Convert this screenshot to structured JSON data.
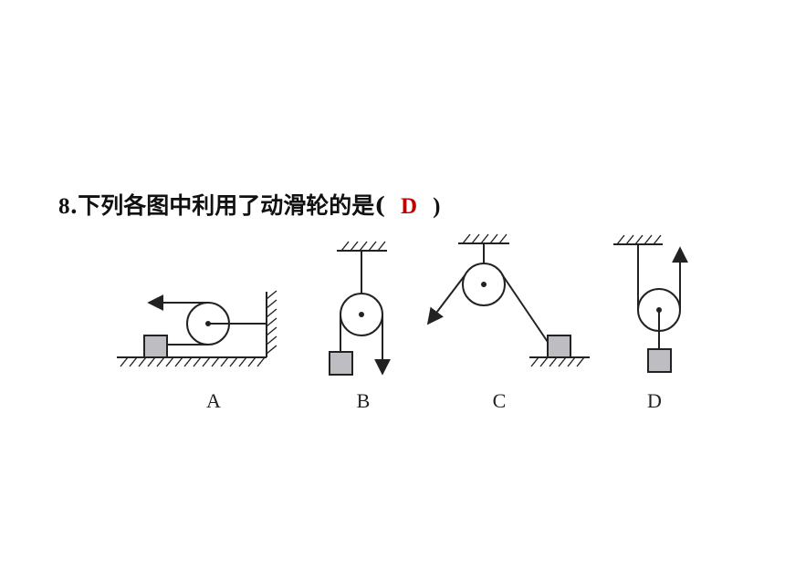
{
  "question": {
    "number": "8",
    "separator": ".",
    "text": "下列各图中利用了动滑轮的是(",
    "answer": "D",
    "close": ")"
  },
  "options": [
    {
      "label": "A"
    },
    {
      "label": "B"
    },
    {
      "label": "C"
    },
    {
      "label": "D"
    }
  ],
  "colors": {
    "answer": "#c00000",
    "line": "#222222",
    "block": "#bdbdc2"
  }
}
